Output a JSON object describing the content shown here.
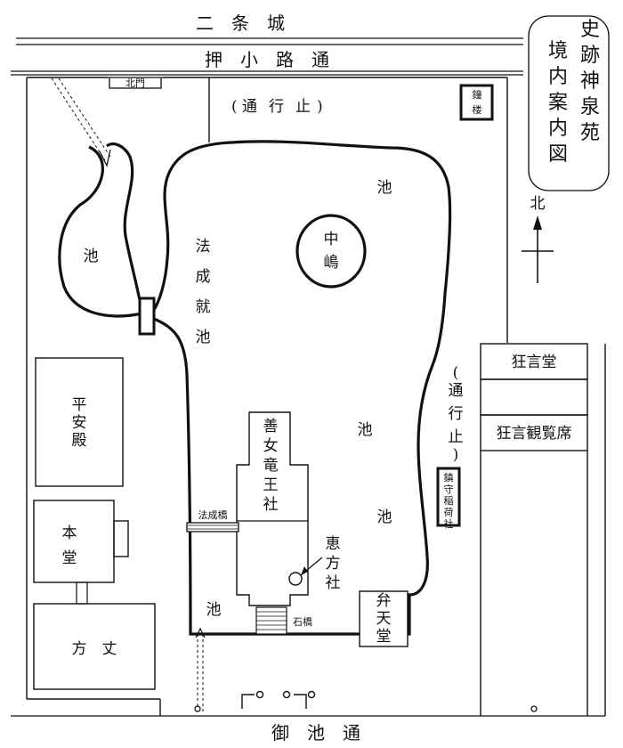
{
  "colors": {
    "ink": "#111111",
    "paper": "#ffffff"
  },
  "title_lines": [
    "史跡神泉苑",
    "境内案内図"
  ],
  "north_label": "北",
  "streets": {
    "castle": "二　条　城",
    "top": "押　小　路　通",
    "bottom": "御　池　通"
  },
  "gates": {
    "north_gate": "北門"
  },
  "closed_top": [
    "(",
    "通",
    "行",
    "止",
    ")"
  ],
  "closed_right": [
    "(",
    "通",
    "行",
    "止",
    ")"
  ],
  "pond_labels": {
    "west_pond": "池",
    "main_pond_ne": "池",
    "main_pond_c": "池",
    "main_pond_se": "池",
    "south_pond": "池",
    "hojoju": [
      "法",
      "成",
      "就",
      "池"
    ]
  },
  "island": [
    "中",
    "嶋"
  ],
  "buildings": {
    "shourou": [
      "鐘",
      "楼"
    ],
    "heian_den": [
      "平",
      "安",
      "殿"
    ],
    "hondou": [
      "本",
      "堂"
    ],
    "houjou": "方　丈",
    "zennyo": [
      "善",
      "女",
      "竜",
      "王",
      "社"
    ],
    "ehou": [
      "恵",
      "方",
      "社"
    ],
    "benten": [
      "弁",
      "天",
      "堂"
    ],
    "inari": [
      "鎮",
      "守",
      "稲",
      "荷",
      "社"
    ],
    "kyogen_dou": "狂言堂",
    "kyogen_seat": "狂言観覧席"
  },
  "bridges": {
    "hojoju_bridge": "法成橋",
    "stone_bridge": "石橋"
  }
}
